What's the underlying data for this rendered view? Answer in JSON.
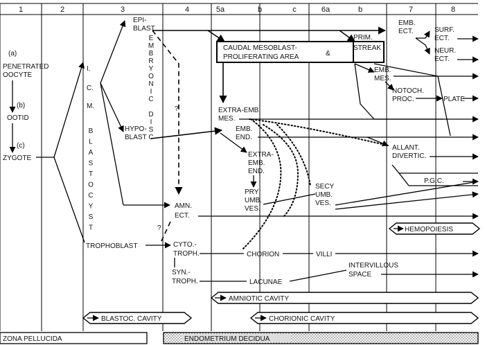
{
  "columns": [
    "1",
    "2",
    "3",
    "4",
    "5a",
    "b",
    "c",
    "6a",
    "b",
    "7",
    "8"
  ],
  "stages": {
    "a": "(a)",
    "penetrated": "PENETRATED",
    "oocyte": "OOCYTE",
    "b": "(b)",
    "ootid": "OOTID",
    "c": "(c)",
    "zygote": "ZYGOTE"
  },
  "icm_vertical": [
    "I.",
    "C.",
    "M."
  ],
  "blastocyst_vertical": [
    "B",
    "L",
    "A",
    "S",
    "T",
    "O",
    "C",
    "Y",
    "S",
    "T"
  ],
  "epiblast": [
    "EPI-",
    "BLAST"
  ],
  "embryonic_disc_vertical": [
    "E",
    "M",
    "B",
    "R",
    "Y",
    "O",
    "N",
    "I",
    "C",
    " ",
    "D",
    "I",
    "S",
    "C"
  ],
  "hypoblast": [
    "HYPO-",
    "BLAST"
  ],
  "trophoblast": "TROPHOBLAST",
  "question": "?",
  "mesoblast_box": {
    "line1": "CAUDAL MESOBLAST-",
    "line2": "PROLIFERATING AREA",
    "amp": "&",
    "prim1": "PRIM.",
    "prim2": "STREAK"
  },
  "emb_ect": [
    "EMB.",
    "ECT."
  ],
  "surf_ect": [
    "SURF.",
    "ECT."
  ],
  "neur_ect": [
    "NEUR.",
    "ECT."
  ],
  "emb_mes": [
    "EMB.",
    "MES."
  ],
  "notoch": [
    "NOTOCH.",
    "PROC."
  ],
  "plate": "PLATE",
  "extra_emb_mes": [
    "EXTRA-EMB.",
    "MES."
  ],
  "emb_end": [
    "EMB.",
    "END."
  ],
  "extra_emb_end": [
    "EXTRA-",
    "EMB.",
    "END."
  ],
  "allant": [
    "ALLANT.",
    "DIVERTIC."
  ],
  "pgc": "P.G.C.",
  "pry_umb": [
    "PRY",
    "UMB.",
    "VES."
  ],
  "secy_umb": [
    "SECY",
    "UMB.",
    "VES."
  ],
  "amn_ect": [
    "AMN.",
    "ECT."
  ],
  "hemopoiesis": "HEMOPOIESIS",
  "cytotroph": [
    "CYTO.-",
    "TROPH."
  ],
  "syntroph": [
    "SYN.-",
    "TROPH."
  ],
  "chorion": "CHORION",
  "villi": "VILLI",
  "lacunae": "LACUNAE",
  "intervillous": [
    "INTERVILLOUS",
    "SPACE"
  ],
  "amniotic_cavity": "AMNIOTIC CAVITY",
  "blastoc_cavity": "BLASTOC. CAVITY",
  "chorionic_cavity": "CHORIONIC CAVITY",
  "zona": "ZONA PELLUCIDA",
  "endometrium": "ENDOMETRIUM DECIDUA"
}
